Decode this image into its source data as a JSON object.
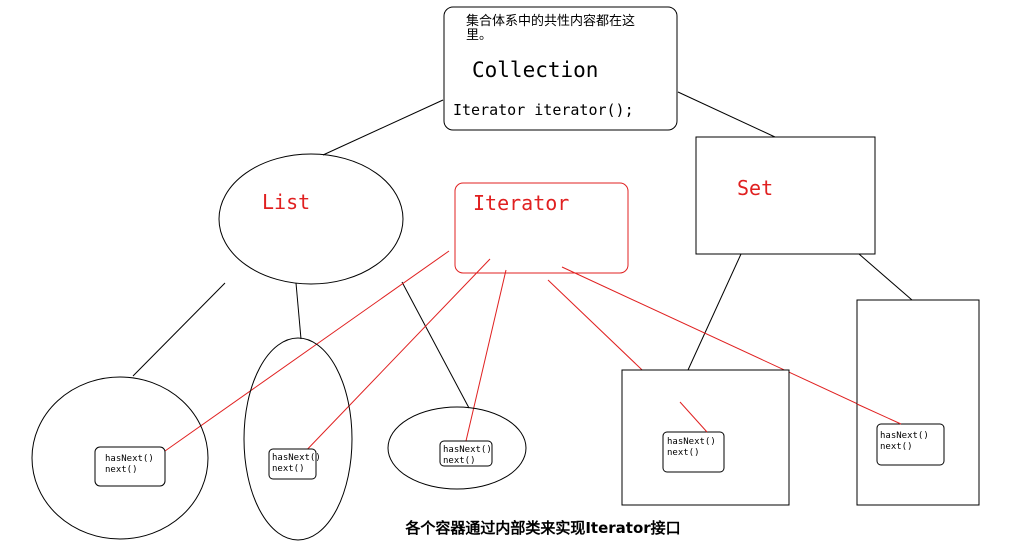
{
  "collection": {
    "note_line1": "集合体系中的共性内容都在这",
    "note_line2": "里。",
    "name": "Collection",
    "method": "Iterator iterator();"
  },
  "list": {
    "name": "List"
  },
  "set": {
    "name": "Set"
  },
  "iterator": {
    "name": "Iterator"
  },
  "methods": {
    "has_next": "hasNext()",
    "next": "next()"
  },
  "caption": "各个容器通过内部类来实现Iterator接口",
  "colors": {
    "line": "#000000",
    "accent": "#e02020"
  }
}
